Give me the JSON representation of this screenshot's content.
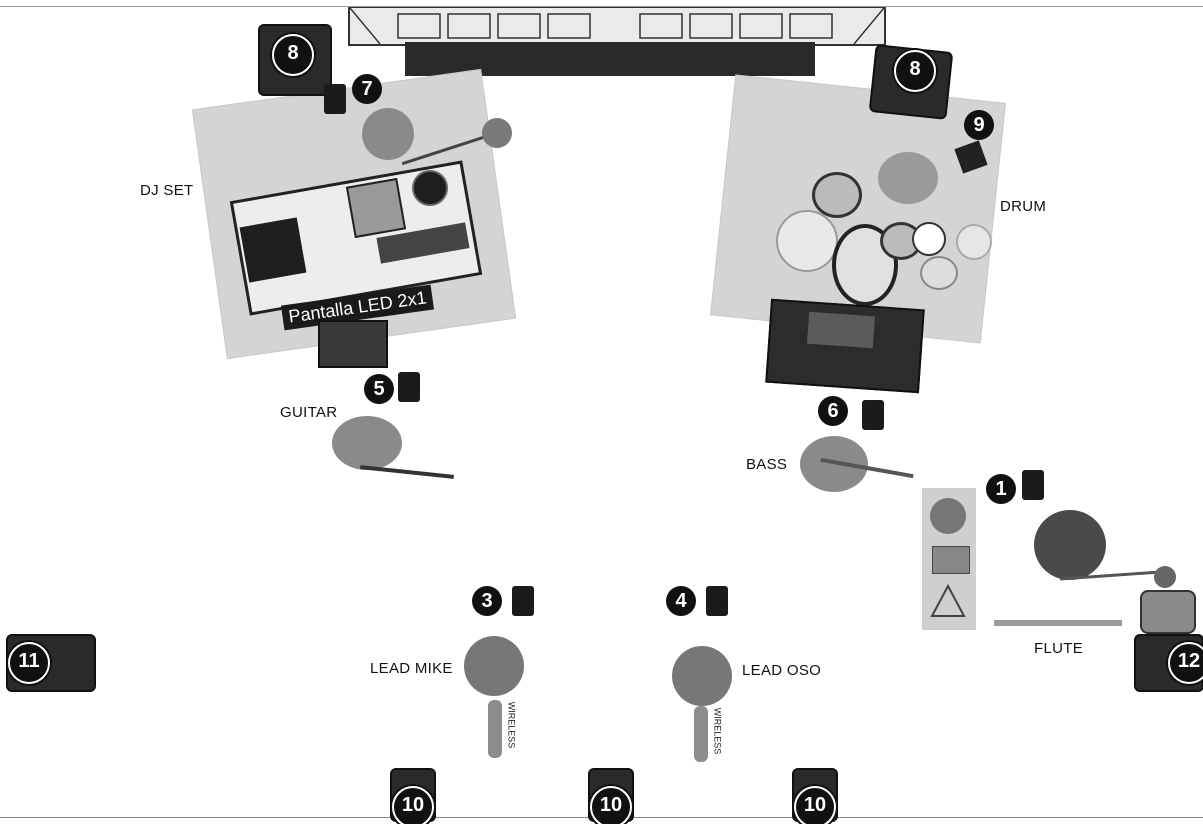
{
  "labels": {
    "dj_set": "DJ SET",
    "drum": "DRUM",
    "guitar": "GUITAR",
    "bass": "BASS",
    "flute": "FLUTE",
    "lead_mike": "LEAD MIKE",
    "lead_oso": "LEAD OSO",
    "led_screen": "Pantalla LED 2x1"
  },
  "badges": {
    "b1": "1",
    "b3": "3",
    "b4": "4",
    "b5": "5",
    "b6": "6",
    "b7": "7",
    "b8a": "8",
    "b8b": "8",
    "b9": "9",
    "b10a": "10",
    "b10b": "10",
    "b10c": "10",
    "b11": "11",
    "b12": "12"
  },
  "mic_text": {
    "m1": "WIRELESS",
    "m2": "WIRELESS"
  },
  "colors": {
    "rug": "#d4d4d4",
    "equipment": "#1b1b1b",
    "badge": "#111111"
  }
}
